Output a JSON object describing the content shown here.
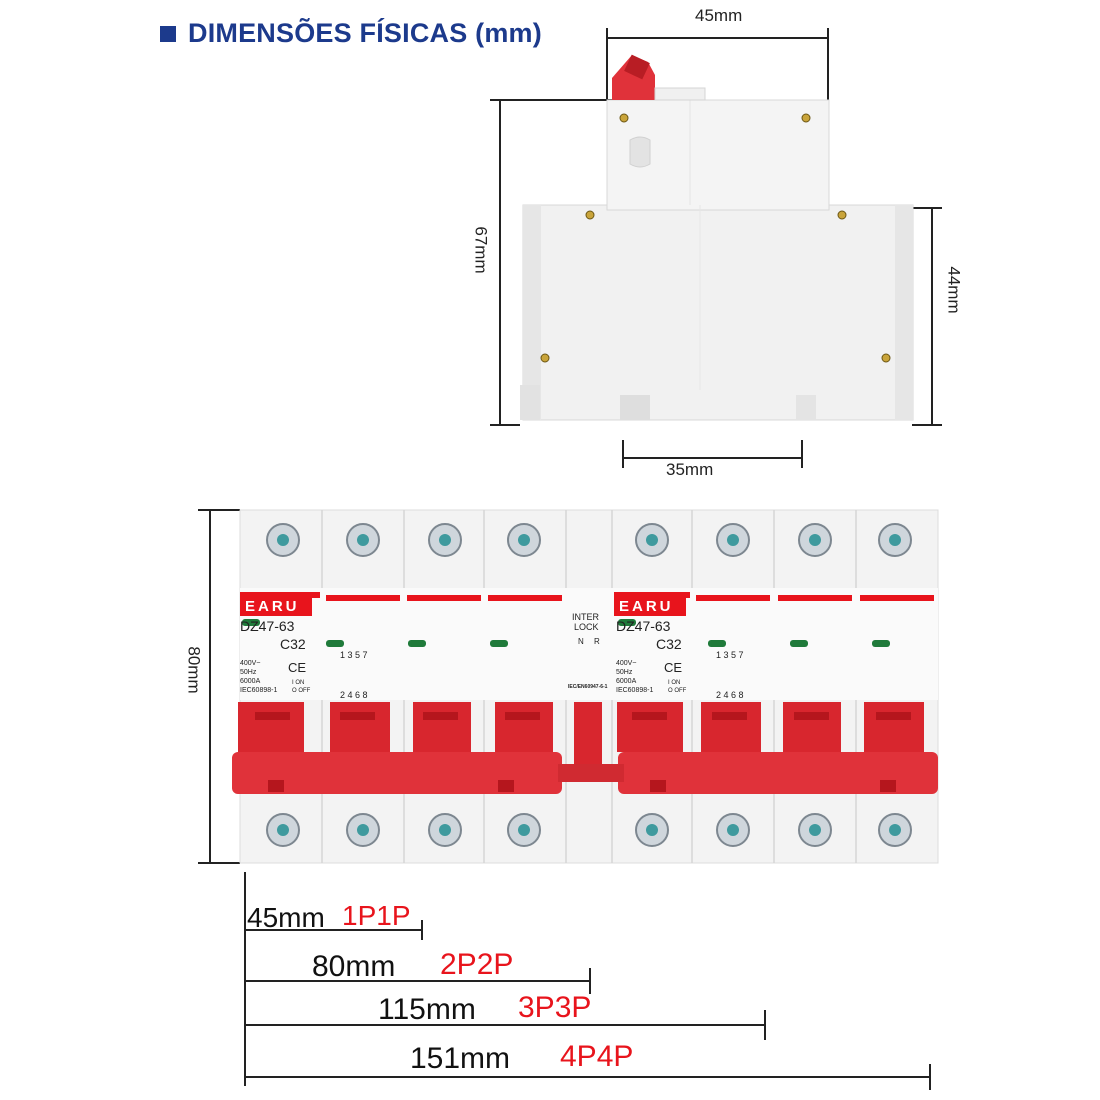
{
  "header": {
    "title": "DIMENSÕES FÍSICAS (mm)"
  },
  "top_dimensions": {
    "width_top": "45mm",
    "height_total": "67mm",
    "height_body": "44mm",
    "width_base": "35mm"
  },
  "breaker": {
    "brand": "EARU",
    "model": "DZ47-63",
    "rating": "C32",
    "spec_lines": [
      "400V~",
      "50Hz",
      "6000A",
      "IEC60898-1"
    ],
    "ce": "CE",
    "on_label": "I ON",
    "off_label": "O OFF",
    "interlock_top": "INTER",
    "interlock_bottom": "LOCK",
    "interlock_n": "N",
    "interlock_r": "R",
    "interlock_code": "IEC/EN60947-6-1",
    "terminals_top": "1 3 5 7",
    "terminals_bottom": "2 4 6 8"
  },
  "height_label": "80mm",
  "widths": [
    {
      "size": "45mm",
      "code": "1P1P"
    },
    {
      "size": "80mm",
      "code": "2P2P"
    },
    {
      "size": "115mm",
      "code": "3P3P"
    },
    {
      "size": "151mm",
      "code": "4P4P"
    }
  ],
  "colors": {
    "accent_red": "#e8141c",
    "handle_red": "#e0323a",
    "title_blue": "#1c3a8c"
  }
}
